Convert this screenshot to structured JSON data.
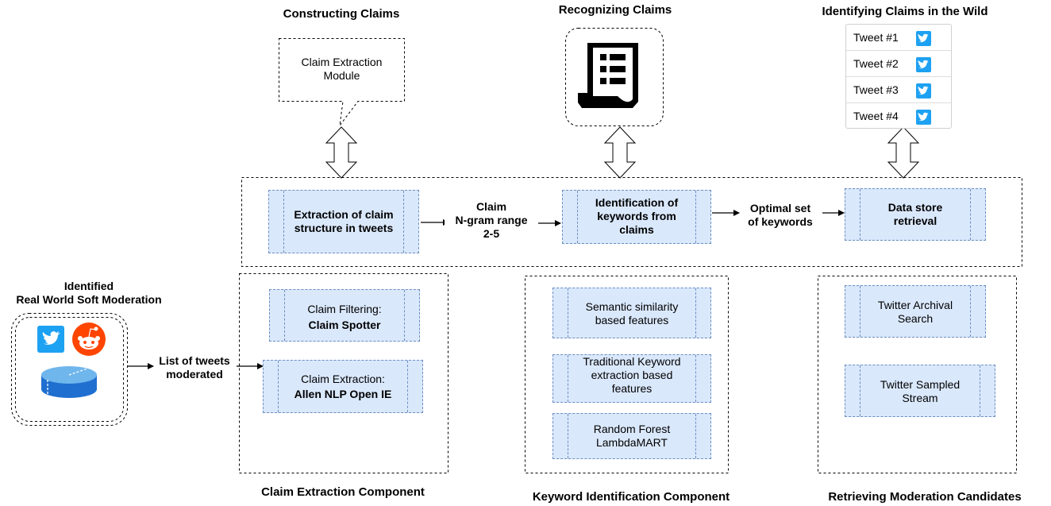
{
  "headers": {
    "constructing": "Constructing Claims",
    "recognizing": "Recognizing Claims",
    "identifying_wild": "Identifying Claims in the Wild"
  },
  "claim_module": "Claim Extraction\nModule",
  "tweets": [
    "Tweet #1",
    "Tweet #2",
    "Tweet #3",
    "Tweet #4"
  ],
  "pipeline": {
    "extraction": "Extraction of claim\nstructure in tweets",
    "edge1": "Claim\nN-gram range\n2-5",
    "identification": "Identification of\nkeywords from\nclaims",
    "edge2": "Optimal set\nof keywords",
    "retrieval": "Data store\nretrieval"
  },
  "source": {
    "title": "Identified\nReal World Soft Moderation",
    "edge": "List of tweets\nmoderated"
  },
  "components": {
    "claim_extraction": {
      "filtering_prefix": "Claim Filtering:",
      "filtering_name": "Claim Spotter",
      "extraction_prefix": "Claim Extraction:",
      "extraction_name": "Allen NLP Open IE",
      "caption": "Claim Extraction Component"
    },
    "keyword_identification": {
      "items": [
        "Semantic similarity\nbased features",
        "Traditional Keyword\nextraction based\nfeatures",
        "Random Forest\nLambdaMART"
      ],
      "caption": "Keyword Identification Component"
    },
    "retrieval": {
      "items": [
        "Twitter Archival\nSearch",
        "Twitter Sampled\nStream"
      ],
      "caption": "Retrieving Moderation Candidates"
    }
  },
  "colors": {
    "process_fill": "#dae8fc",
    "process_border": "#6c8ebf",
    "twitter_blue": "#1da1f2",
    "reddit_orange": "#ff4500",
    "db_blue": "#1f6fd0"
  },
  "icons": [
    "twitter-icon",
    "reddit-icon",
    "database-icon",
    "document-list-icon"
  ]
}
